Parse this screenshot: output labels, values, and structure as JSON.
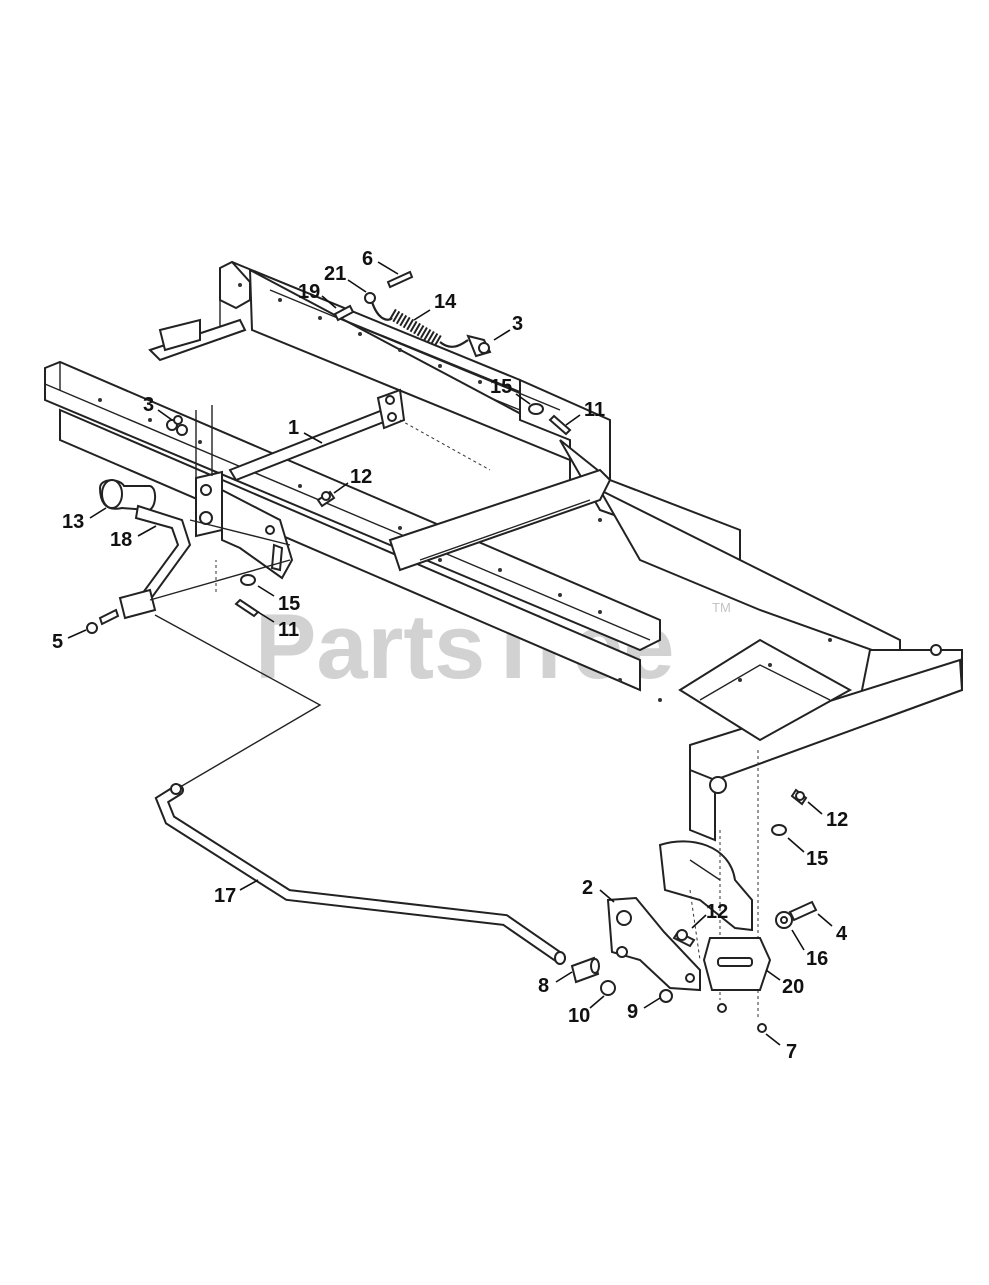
{
  "watermark": {
    "text": "PartsTree",
    "trademark": "TM"
  },
  "callouts": [
    {
      "id": "c6",
      "label": "6"
    },
    {
      "id": "c21",
      "label": "21"
    },
    {
      "id": "c19",
      "label": "19"
    },
    {
      "id": "c14",
      "label": "14"
    },
    {
      "id": "c3a",
      "label": "3"
    },
    {
      "id": "c15a",
      "label": "15"
    },
    {
      "id": "c11a",
      "label": "11"
    },
    {
      "id": "c3b",
      "label": "3"
    },
    {
      "id": "c1",
      "label": "1"
    },
    {
      "id": "c12a",
      "label": "12"
    },
    {
      "id": "c13",
      "label": "13"
    },
    {
      "id": "c18",
      "label": "18"
    },
    {
      "id": "c15b",
      "label": "15"
    },
    {
      "id": "c11b",
      "label": "11"
    },
    {
      "id": "c5",
      "label": "5"
    },
    {
      "id": "c12b",
      "label": "12"
    },
    {
      "id": "c15c",
      "label": "15"
    },
    {
      "id": "c17",
      "label": "17"
    },
    {
      "id": "c2",
      "label": "2"
    },
    {
      "id": "c12c",
      "label": "12"
    },
    {
      "id": "c4",
      "label": "4"
    },
    {
      "id": "c16",
      "label": "16"
    },
    {
      "id": "c20",
      "label": "20"
    },
    {
      "id": "c8",
      "label": "8"
    },
    {
      "id": "c10",
      "label": "10"
    },
    {
      "id": "c9",
      "label": "9"
    },
    {
      "id": "c7",
      "label": "7"
    }
  ]
}
